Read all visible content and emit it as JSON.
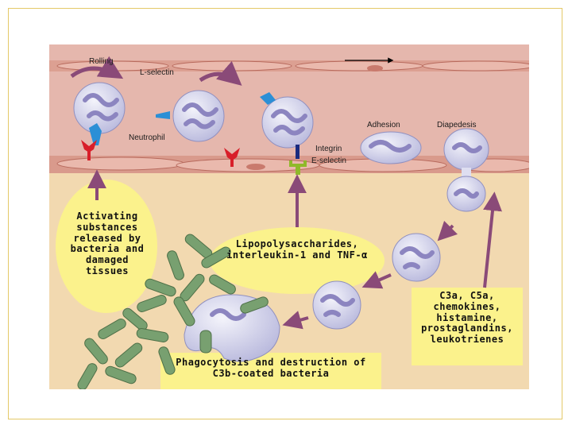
{
  "labels": {
    "rolling": "Rolling",
    "l_selectin": "L-selectin",
    "neutrophil": "Neutrophil",
    "adhesion": "Adhesion",
    "diapedesis": "Diapedesis",
    "integrin": "Integrin",
    "e_selectin": "E-selectin"
  },
  "boxes": {
    "activating": "Activating substances released by bacteria and damaged tissues",
    "lps": "Lipopolysaccharides, interleukin-1 and TNF-α",
    "phagocytosis": "Phagocytosis and destruction of C3b-coated bacteria",
    "mediators": "C3a, C5a, chemokines, histamine, prostaglandins, leukotrienes"
  },
  "colors": {
    "vessel": "#e5b7ad",
    "vessel_wall": "#b86b5e",
    "tissue": "#f2d9b0",
    "cell": "#c9c9e6",
    "nucleus": "#8c85c0",
    "bacteria": "#78a070",
    "callout": "#fbf28c",
    "arrow": "#8a4a78",
    "selectin_blue": "#2b8fd6",
    "receptor_red": "#d81f2a"
  }
}
